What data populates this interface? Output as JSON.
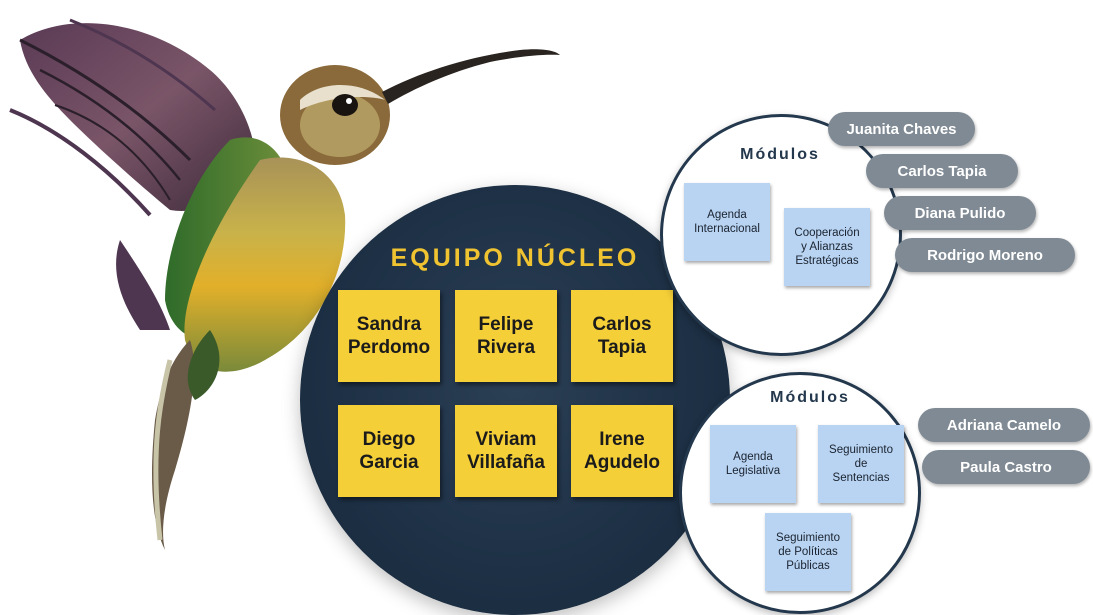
{
  "core": {
    "title": "EQUIPO NÚCLEO",
    "members": [
      {
        "line1": "Sandra",
        "line2": "Perdomo"
      },
      {
        "line1": "Felipe",
        "line2": "Rivera"
      },
      {
        "line1": "Carlos",
        "line2": "Tapia"
      },
      {
        "line1": "Diego",
        "line2": "Garcia"
      },
      {
        "line1": "Viviam",
        "line2": "Villafaña"
      },
      {
        "line1": "Irene",
        "line2": "Agudelo"
      }
    ]
  },
  "modules_top": {
    "title": "Módulos",
    "notes": [
      {
        "line1": "Agenda",
        "line2": "Internacional",
        "line3": ""
      },
      {
        "line1": "Cooperación",
        "line2": "y Alianzas",
        "line3": "Estratégicas"
      }
    ],
    "people": [
      "Juanita Chaves",
      "Carlos Tapia",
      "Diana Pulido",
      "Rodrigo Moreno"
    ]
  },
  "modules_bottom": {
    "title": "Módulos",
    "notes": [
      {
        "line1": "Agenda",
        "line2": "Legislativa",
        "line3": ""
      },
      {
        "line1": "Seguimiento",
        "line2": "de",
        "line3": "Sentencias"
      },
      {
        "line1": "Seguimiento",
        "line2": "de Políticas",
        "line3": "Públicas"
      }
    ],
    "people": [
      "Adriana Camelo",
      "Paula Castro"
    ]
  },
  "colors": {
    "core_bg": "#1e3146",
    "title_gold": "#f0c330",
    "sticky_yellow": "#f5cf38",
    "sticky_blue": "#b8d4f2",
    "pill_gray": "#7f8a94"
  },
  "icons": [
    "hummingbird-illustration"
  ]
}
